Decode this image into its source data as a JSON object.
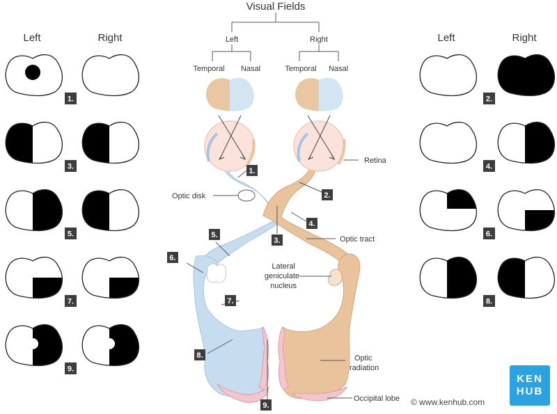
{
  "title": "Visual Fields",
  "tree": {
    "left": "Left",
    "right": "Right",
    "temporal": "Temporal",
    "nasal": "Nasal"
  },
  "side_headers": {
    "left": "Left",
    "right": "Right"
  },
  "left_column": [
    {
      "num": "1.",
      "left_defect": "central-scotoma",
      "right_defect": "none"
    },
    {
      "num": "3.",
      "left_defect": "temporal-hemianopia",
      "right_defect": "temporal-hemianopia"
    },
    {
      "num": "5.",
      "left_defect": "nasal-hemianopia",
      "right_defect": "temporal-hemianopia"
    },
    {
      "num": "7.",
      "left_defect": "lower-nasal-quadrant",
      "right_defect": "lower-temporal-quadrant"
    },
    {
      "num": "9.",
      "left_defect": "nasal-hemianopia-macular-sparing",
      "right_defect": "temporal-hemianopia-macular-sparing"
    }
  ],
  "right_column": [
    {
      "num": "2.",
      "left_defect": "none",
      "right_defect": "complete"
    },
    {
      "num": "4.",
      "left_defect": "none",
      "right_defect": "nasal-hemianopia"
    },
    {
      "num": "6.",
      "left_defect": "upper-nasal-quadrant",
      "right_defect": "lower-temporal-quadrant"
    },
    {
      "num": "8.",
      "left_defect": "nasal-hemianopia",
      "right_defect": "temporal-hemianopia"
    }
  ],
  "center_labels": {
    "n1": "1.",
    "n2": "2.",
    "n3": "3.",
    "n4": "4.",
    "n5": "5.",
    "n6": "6.",
    "n7": "7.",
    "n8": "8.",
    "n9": "9.",
    "retina": "Retina",
    "optic_disk": "Optic disk",
    "optic_tract": "Optic tract",
    "lgn_1": "Lateral",
    "lgn_2": "geniculate",
    "lgn_3": "nucleus",
    "optic_radiation_1": "Optic",
    "optic_radiation_2": "radiation",
    "occipital_lobe": "Occipital lobe"
  },
  "credit": "© www.kenhub.com",
  "logo": {
    "line1": "KEN",
    "line2": "HUB"
  },
  "colors": {
    "defect": "#000000",
    "temporal_field": "#e9c7a3",
    "nasal_field": "#d3e4f3",
    "left_path": "#c6dcef",
    "right_path": "#e8c39c",
    "badge": "#3d3d3d",
    "brand": "#2aa3e0"
  }
}
